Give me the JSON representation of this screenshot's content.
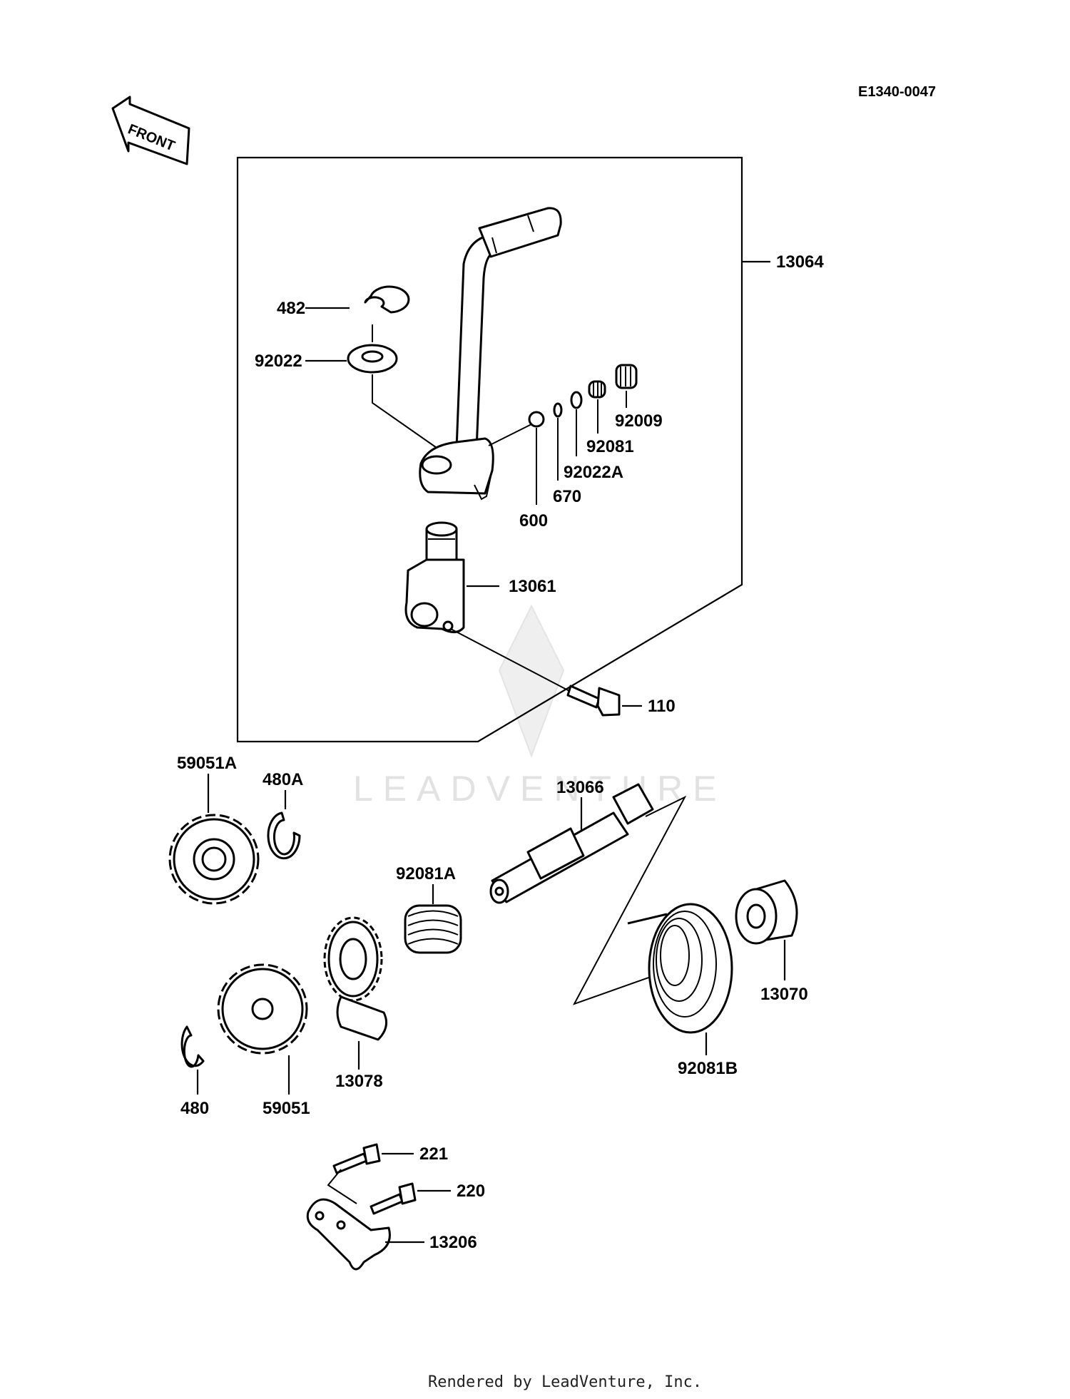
{
  "diagram_code": "E1340-0047",
  "front_arrow_label": "FRONT",
  "watermark_text": "LEADVENTURE",
  "footer_text": "Rendered by LeadVenture, Inc.",
  "part_labels": {
    "p13064": "13064",
    "p482": "482",
    "p92022": "92022",
    "p92009": "92009",
    "p92081": "92081",
    "p92022A": "92022A",
    "p670": "670",
    "p600": "600",
    "p13061": "13061",
    "p110": "110",
    "p59051A": "59051A",
    "p480A": "480A",
    "p13066": "13066",
    "p92081A": "92081A",
    "p13070": "13070",
    "p92081B": "92081B",
    "p13078": "13078",
    "p480": "480",
    "p59051": "59051",
    "p221": "221",
    "p220": "220",
    "p13206": "13206"
  }
}
